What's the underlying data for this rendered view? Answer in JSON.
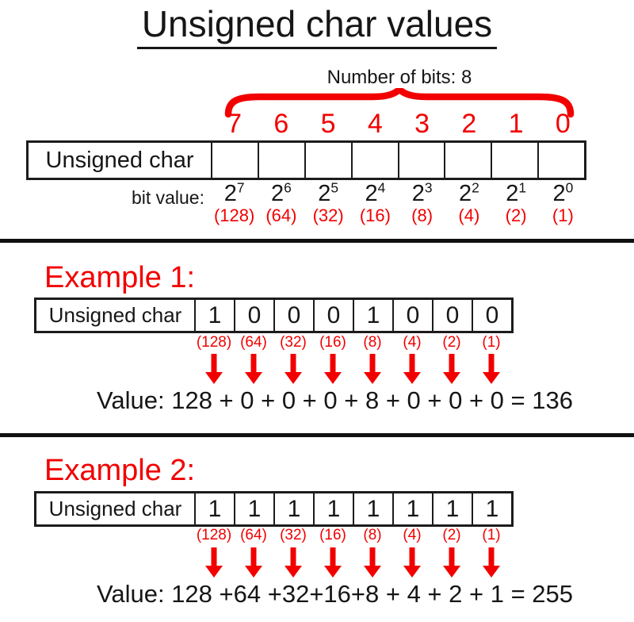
{
  "title": "Unsigned char values",
  "colors": {
    "accent_red": "#f20000",
    "ink_black": "#161616"
  },
  "decimal_labels": [
    "(128)",
    "(64)",
    "(32)",
    "(16)",
    "(8)",
    "(4)",
    "(2)",
    "(1)"
  ],
  "overview": {
    "bits_caption": "Number of bits: 8",
    "bit_indices": [
      "7",
      "6",
      "5",
      "4",
      "3",
      "2",
      "1",
      "0"
    ],
    "row_label": "Unsigned char",
    "bit_value_label": "bit value:",
    "powers": [
      {
        "b": "2",
        "e": "7"
      },
      {
        "b": "2",
        "e": "6"
      },
      {
        "b": "2",
        "e": "5"
      },
      {
        "b": "2",
        "e": "4"
      },
      {
        "b": "2",
        "e": "3"
      },
      {
        "b": "2",
        "e": "2"
      },
      {
        "b": "2",
        "e": "1"
      },
      {
        "b": "2",
        "e": "0"
      }
    ]
  },
  "example1": {
    "heading": "Example 1:",
    "row_label": "Unsigned char",
    "bits": [
      "1",
      "0",
      "0",
      "0",
      "1",
      "0",
      "0",
      "0"
    ],
    "value_line": "Value: 128 + 0 + 0 + 0 + 8 + 0 + 0 + 0 = 136"
  },
  "example2": {
    "heading": "Example 2:",
    "row_label": "Unsigned char",
    "bits": [
      "1",
      "1",
      "1",
      "1",
      "1",
      "1",
      "1",
      "1"
    ],
    "value_line": "Value: 128 +64 +32+16+8 + 4 + 2 + 1 = 255"
  }
}
